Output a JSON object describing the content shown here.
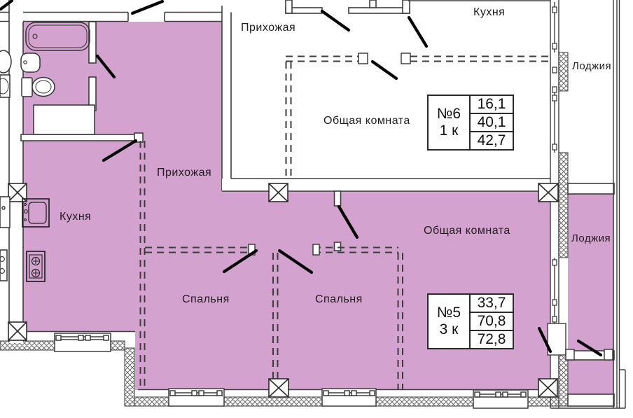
{
  "colors": {
    "apartment_fill": "#d4a2cf",
    "wall_line": "#3d3d3d",
    "door_swing": "#000000"
  },
  "rooms": {
    "apt6_hallway": "Прихожая",
    "apt6_kitchen": "Кухня",
    "apt6_living_room": "Общая комната",
    "apt6_loggia": "Лоджия",
    "apt5_hallway": "Прихожая",
    "apt5_kitchen": "Кухня",
    "apt5_living_room": "Общая комната",
    "apt5_loggia": "Лоджия",
    "apt5_bedroom_left": "Спальня",
    "apt5_bedroom_right": "Спальня"
  },
  "apartments": [
    {
      "number": "№6",
      "rooms_count": "1 к",
      "areas": [
        "16,1",
        "40,1",
        "42,7"
      ]
    },
    {
      "number": "№5",
      "rooms_count": "3 к",
      "areas": [
        "33,7",
        "70,8",
        "72,8"
      ]
    }
  ]
}
